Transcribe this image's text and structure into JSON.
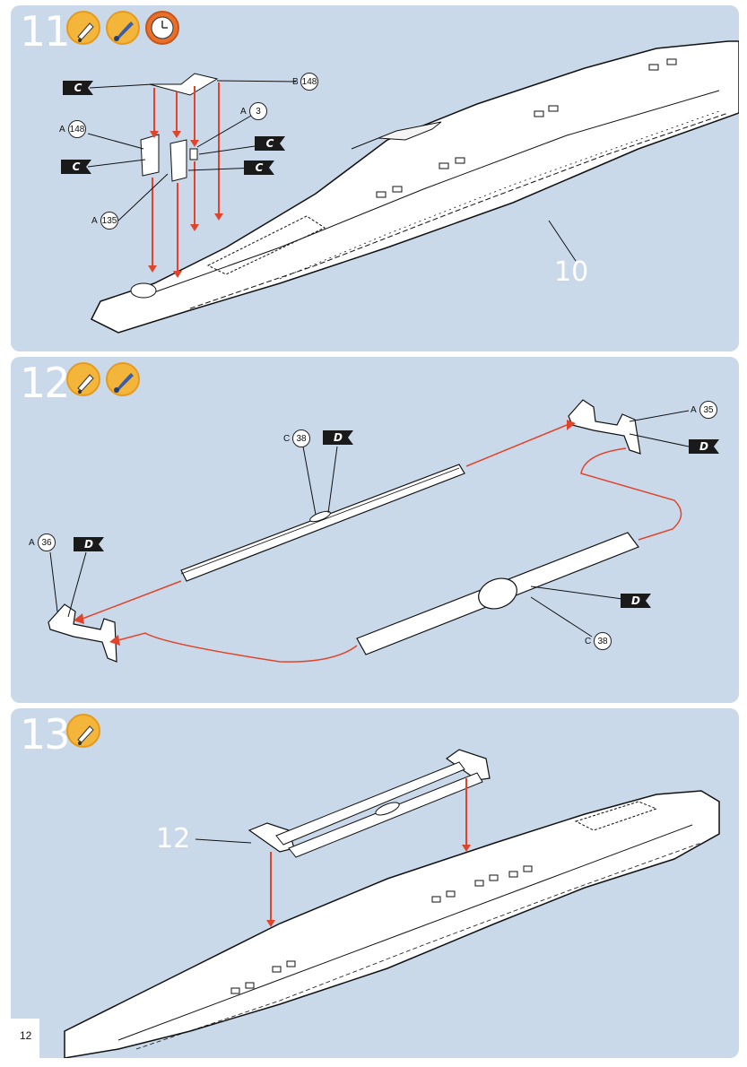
{
  "page": {
    "number": "12"
  },
  "colors": {
    "panel": "#c9d9ea",
    "arrow": "#e0452c",
    "icon": "#f3b53a",
    "flag": "#1a1a1a"
  },
  "steps": [
    {
      "number": "11",
      "icons": [
        "glue-tube-icon",
        "paint-brush-icon",
        "clock-icon"
      ],
      "callouts": [
        {
          "letter": "B",
          "num": "148"
        },
        {
          "letter": "A",
          "num": "3"
        },
        {
          "letter": "A",
          "num": "148"
        },
        {
          "letter": "A",
          "num": "135"
        }
      ],
      "flags": [
        "C",
        "C",
        "C",
        "C"
      ],
      "part_label": "10"
    },
    {
      "number": "12",
      "icons": [
        "glue-tube-icon",
        "paint-brush-icon"
      ],
      "callouts": [
        {
          "letter": "C",
          "num": "38"
        },
        {
          "letter": "A",
          "num": "35"
        },
        {
          "letter": "A",
          "num": "36"
        },
        {
          "letter": "C",
          "num": "38"
        }
      ],
      "flags": [
        "D",
        "D",
        "D",
        "D"
      ]
    },
    {
      "number": "13",
      "icons": [
        "glue-tube-icon"
      ],
      "part_label": "12"
    }
  ]
}
